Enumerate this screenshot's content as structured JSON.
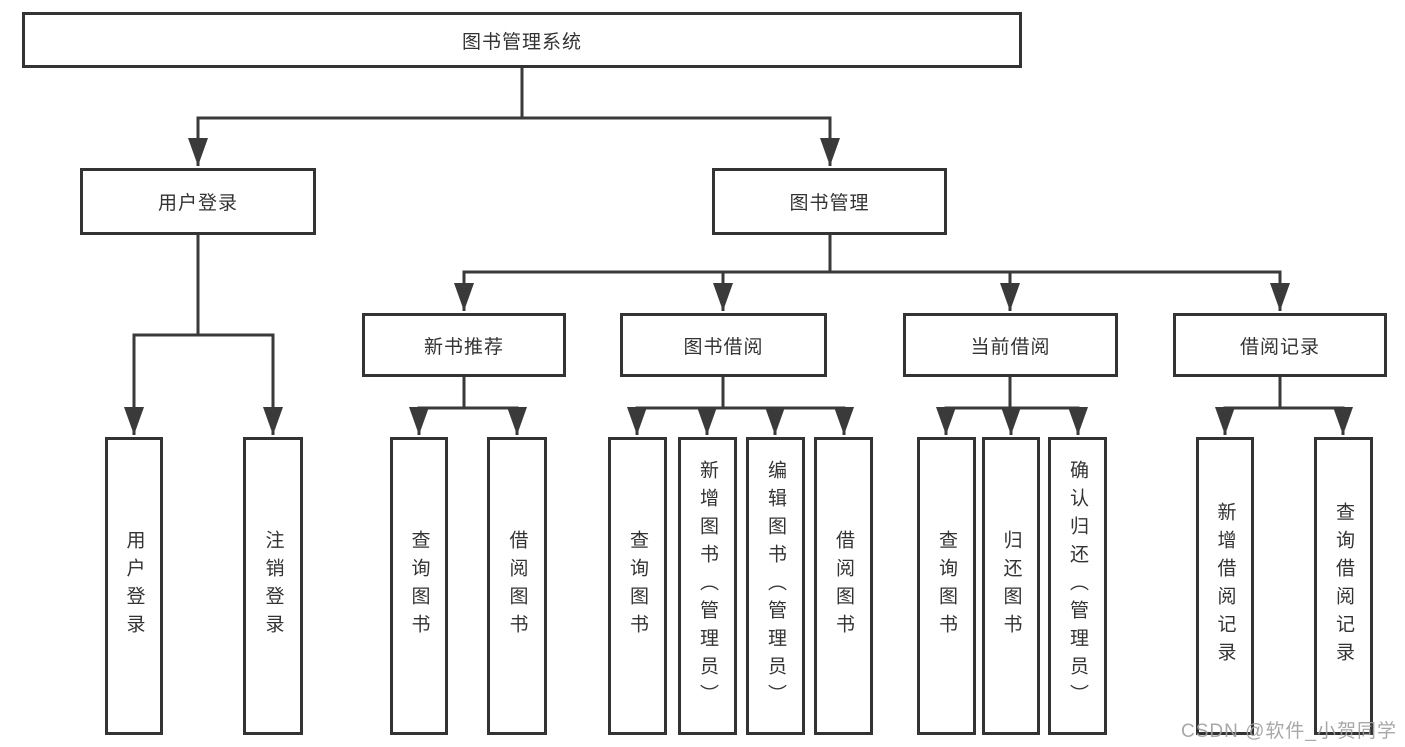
{
  "tree": {
    "root": {
      "label": "图书管理系统"
    },
    "branches": [
      {
        "label": "用户登录",
        "children": [
          "用户登录",
          "注销登录"
        ]
      },
      {
        "label": "图书管理",
        "children": [
          {
            "label": "新书推荐",
            "children": [
              "查询图书",
              "借阅图书"
            ]
          },
          {
            "label": "图书借阅",
            "children": [
              "查询图书",
              "新增图书（管理员）",
              "编辑图书（管理员）",
              "借阅图书"
            ]
          },
          {
            "label": "当前借阅",
            "children": [
              "查询图书",
              "归还图书",
              "确认归还（管理员）"
            ]
          },
          {
            "label": "借阅记录",
            "children": [
              "新增借阅记录",
              "查询借阅记录"
            ]
          }
        ]
      }
    ]
  },
  "colors": {
    "line": "#3a3a3a",
    "border": "#333333",
    "text": "#333333",
    "background": "#ffffff",
    "watermark": "#9e9e9e"
  },
  "watermark": "CSDN @软件_小贺同学"
}
